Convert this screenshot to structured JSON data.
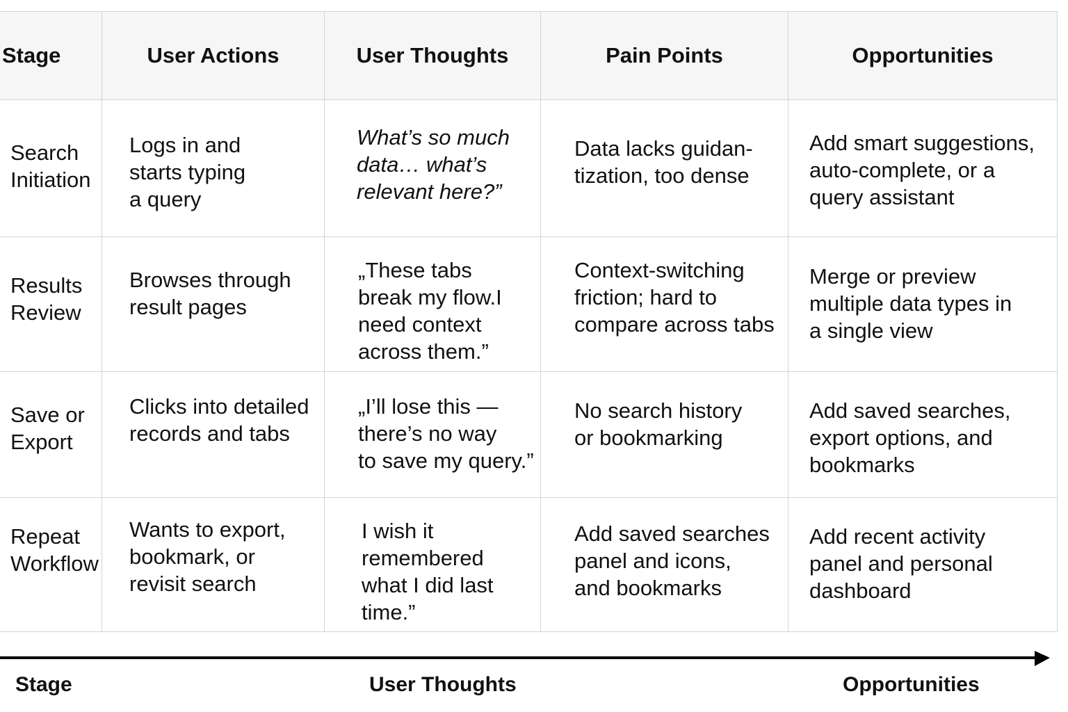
{
  "headers": {
    "stage": "Stage",
    "actions": "User Actions",
    "thoughts": "User Thoughts",
    "pain": "Pain Points",
    "opportunities": "Opportunities"
  },
  "rows": [
    {
      "stage": "Search\nInitiation",
      "actions": "Logs in and\nstarts typing\na query",
      "thoughts": "What’s so much\ndata… what’s\nrelevant here?”",
      "pain": "Data lacks guidan-\ntization, too dense",
      "opportunities": "Add smart suggestions,\nauto-complete, or a\nquery assistant"
    },
    {
      "stage": "Results\nReview",
      "actions": "Browses through\nresult pages",
      "thoughts": "„These tabs\nbreak my flow.I\nneed context\nacross them.”",
      "pain": "Context-switching\nfriction; hard to\ncompare across tabs",
      "opportunities": "Merge or preview\nmultiple data types in\na single view"
    },
    {
      "stage": "Save or\nExport",
      "actions": "Clicks into detailed\nrecords and tabs",
      "thoughts": "„I’ll lose this —\nthere’s no way\nto save my query.”",
      "pain": "No search history\nor bookmarking",
      "opportunities": "Add saved searches,\nexport options, and\nbookmarks"
    },
    {
      "stage": "Repeat\nWorkflow",
      "actions": "Wants to export,\nbookmark, or\nrevisit search",
      "thoughts": "I wish it\nremembered\nwhat I did last\ntime.”",
      "pain": "Add saved searches\npanel and icons,\nand bookmarks",
      "opportunities": "Add recent activity\npanel and personal\ndashboard"
    }
  ],
  "axis": {
    "left_label": "Stage",
    "middle_label": "User Thoughts",
    "right_label": "Opportunities",
    "line_color": "#000000"
  },
  "colors": {
    "header_bg": "#f6f6f6",
    "grid_line": "#d4d4d4",
    "text": "#111111"
  }
}
